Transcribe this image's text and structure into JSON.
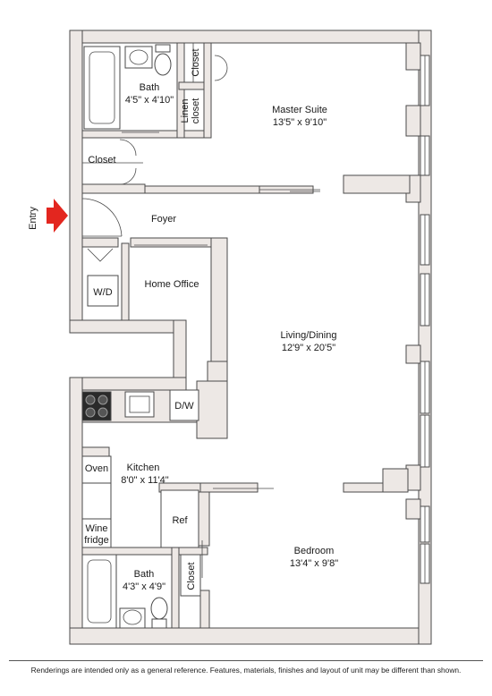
{
  "rooms": {
    "bath_top": {
      "name": "Bath",
      "dims": "4'5\" x 4'10\""
    },
    "master": {
      "name": "Master Suite",
      "dims": "13'5\" x 9'10\""
    },
    "closet_top_small": "Closet",
    "linen": [
      "Linen",
      "closet"
    ],
    "closet_left": "Closet",
    "foyer": "Foyer",
    "entry": "Entry",
    "wd": "W/D",
    "office": "Home Office",
    "living": {
      "name": "Living/Dining",
      "dims": "12'9\" x 20'5\""
    },
    "dw": "D/W",
    "oven": "Oven",
    "kitchen": {
      "name": "Kitchen",
      "dims": "8'0\" x 11'4\""
    },
    "ref": "Ref",
    "wine": [
      "Wine",
      "fridge"
    ],
    "bath_bottom": {
      "name": "Bath",
      "dims": "4'3\" x 4'9\""
    },
    "closet_bottom": "Closet",
    "bedroom": {
      "name": "Bedroom",
      "dims": "13'4\" x 9'8\""
    }
  },
  "colors": {
    "wall_fill": "#ede8e5",
    "wall_stroke": "#4a4a4a",
    "entry_arrow": "#e3261f"
  },
  "disclaimer": "Renderings are intended only as a general reference. Features, materials, finishes and layout of unit may be different than shown."
}
